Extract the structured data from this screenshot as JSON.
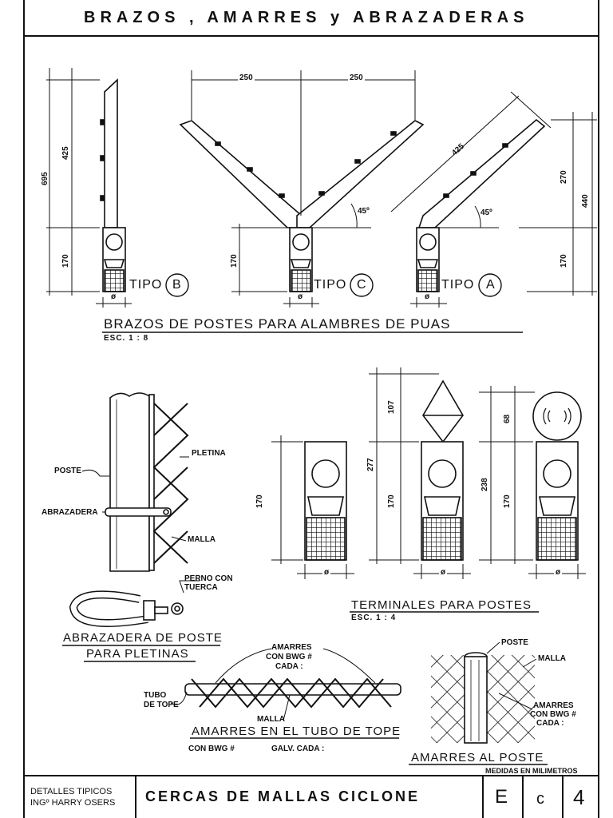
{
  "header": {
    "title": "BRAZOS , AMARRES y ABRAZADERAS"
  },
  "arms": {
    "section_title": "BRAZOS DE POSTES PARA ALAMBRES DE PUAS",
    "scale": "ESC. 1 : 8",
    "type_b": {
      "label": "TIPO",
      "letter": "B",
      "dim_total": "695",
      "dim_upper": "425",
      "dim_lower": "170",
      "dim_base": "ø"
    },
    "type_c": {
      "label": "TIPO",
      "letter": "C",
      "dim_left": "250",
      "dim_right": "250",
      "angle": "45º",
      "dim_lower": "170",
      "dim_base": "ø"
    },
    "type_a": {
      "label": "TIPO",
      "letter": "A",
      "dim_diag": "425",
      "angle": "45º",
      "dim_upper": "270",
      "dim_total": "440",
      "dim_lower": "170",
      "dim_base": "ø"
    }
  },
  "clamp_detail": {
    "poste": "POSTE",
    "pletina": "PLETINA",
    "abrazadera": "ABRAZADERA",
    "malla": "MALLA",
    "perno": "PERNO CON",
    "tuerca": "TUERCA",
    "title_line1": "ABRAZADERA DE POSTE",
    "title_line2": "PARA PLETINAS"
  },
  "terminals": {
    "section_title": "TERMINALES PARA POSTES",
    "scale": "ESC. 1 : 4",
    "t1": {
      "dim_lower": "170",
      "dim_base": "ø"
    },
    "t2": {
      "dim_top": "107",
      "dim_total": "277",
      "dim_lower": "170",
      "dim_base": "ø"
    },
    "t3": {
      "dim_top": "68",
      "dim_total": "238",
      "dim_lower": "170",
      "dim_base": "ø"
    }
  },
  "tube_ties": {
    "amarres": "AMARRES",
    "con_bwg": "CON BWG #",
    "cada": "CADA :",
    "tubo": "TUBO",
    "de_tope": "DE TOPE",
    "malla": "MALLA",
    "title": "AMARRES EN EL TUBO DE TOPE",
    "subtitle_a": "CON BWG #",
    "subtitle_b": "GALV. CADA :"
  },
  "post_ties": {
    "poste": "POSTE",
    "malla": "MALLA",
    "amarres": "AMARRES",
    "con_bwg": "CON BWG #",
    "cada": "CADA :",
    "title": "AMARRES AL POSTE"
  },
  "units_note": "MEDIDAS EN MILIMETROS",
  "footer": {
    "detalles": "DETALLES TIPICOS",
    "ing": "INGº HARRY OSERS",
    "project": "CERCAS DE MALLAS CICLONE",
    "code_e": "E",
    "code_c": "c",
    "code_num": "4"
  }
}
